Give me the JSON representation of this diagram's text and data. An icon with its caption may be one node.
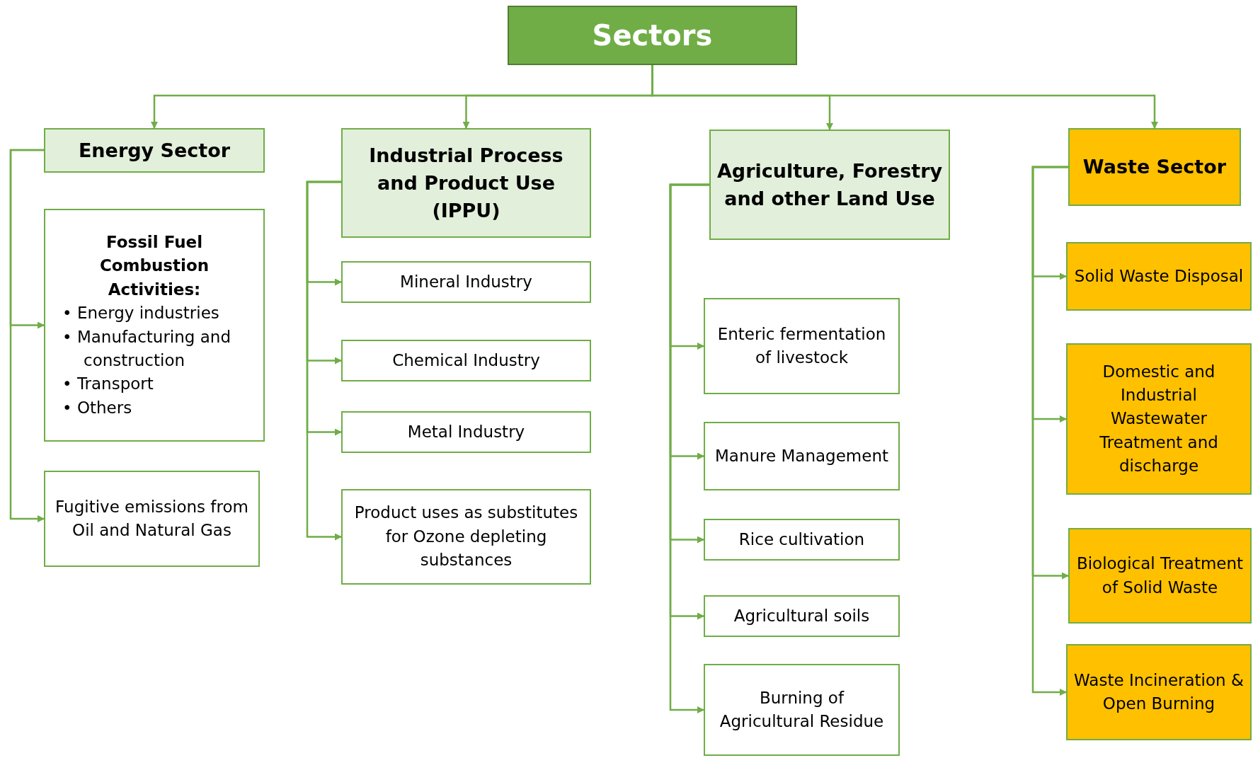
{
  "diagram": {
    "nodes": [
      {
        "text": [
          "Sectors"
        ]
      },
      {
        "text": [
          "Energy Sector"
        ]
      },
      {
        "text": [
          "Fossil Fuel Combustion Activities:",
          "• Energy industries",
          "• Manufacturing and construction",
          "• Transport",
          "• Others"
        ]
      },
      {
        "text": [
          "Fugitive emissions from Oil and Natural Gas"
        ]
      },
      {
        "text": [
          "Industrial Process and Product Use (IPPU)"
        ]
      },
      {
        "text": [
          "Mineral Industry"
        ]
      },
      {
        "text": [
          "Chemical Industry"
        ]
      },
      {
        "text": [
          "Metal Industry"
        ]
      },
      {
        "text": [
          "Product uses as substitutes for Ozone depleting substances"
        ]
      },
      {
        "text": [
          "Agriculture, Forestry and other Land Use"
        ]
      },
      {
        "text": [
          "Enteric fermentation of livestock"
        ]
      },
      {
        "text": [
          "Manure Management"
        ]
      },
      {
        "text": [
          "Rice cultivation"
        ]
      },
      {
        "text": [
          "Agricultural soils"
        ]
      },
      {
        "text": [
          "Burning of Agricultural Residue"
        ]
      },
      {
        "text": [
          "Waste Sector"
        ]
      },
      {
        "text": [
          "Solid Waste Disposal"
        ]
      },
      {
        "text": [
          "Domestic and Industrial Wastewater Treatment and discharge"
        ]
      },
      {
        "text": [
          "Biological Treatment of Solid Waste"
        ]
      },
      {
        "text": [
          "Waste Incineration & Open Burning"
        ]
      }
    ],
    "edges": [
      {
        "from": 0,
        "to": 1,
        "arrow": "to"
      },
      {
        "from": 0,
        "to": 4,
        "arrow": "to"
      },
      {
        "from": 0,
        "to": 9,
        "arrow": "to"
      },
      {
        "from": 0,
        "to": 15,
        "arrow": "to"
      },
      {
        "from": 1,
        "to": 2,
        "arrow": "to"
      },
      {
        "from": 1,
        "to": 3,
        "arrow": "to"
      },
      {
        "from": 4,
        "to": 5,
        "arrow": "to"
      },
      {
        "from": 4,
        "to": 6,
        "arrow": "to"
      },
      {
        "from": 4,
        "to": 7,
        "arrow": "to"
      },
      {
        "from": 4,
        "to": 8,
        "arrow": "to"
      },
      {
        "from": 9,
        "to": 10,
        "arrow": "to"
      },
      {
        "from": 9,
        "to": 11,
        "arrow": "to"
      },
      {
        "from": 9,
        "to": 12,
        "arrow": "to"
      },
      {
        "from": 9,
        "to": 13,
        "arrow": "to"
      },
      {
        "from": 9,
        "to": 14,
        "arrow": "to"
      },
      {
        "from": 15,
        "to": 16,
        "arrow": "to"
      },
      {
        "from": 15,
        "to": 17,
        "arrow": "to"
      },
      {
        "from": 15,
        "to": 18,
        "arrow": "to"
      },
      {
        "from": 15,
        "to": 19,
        "arrow": "to"
      }
    ]
  }
}
